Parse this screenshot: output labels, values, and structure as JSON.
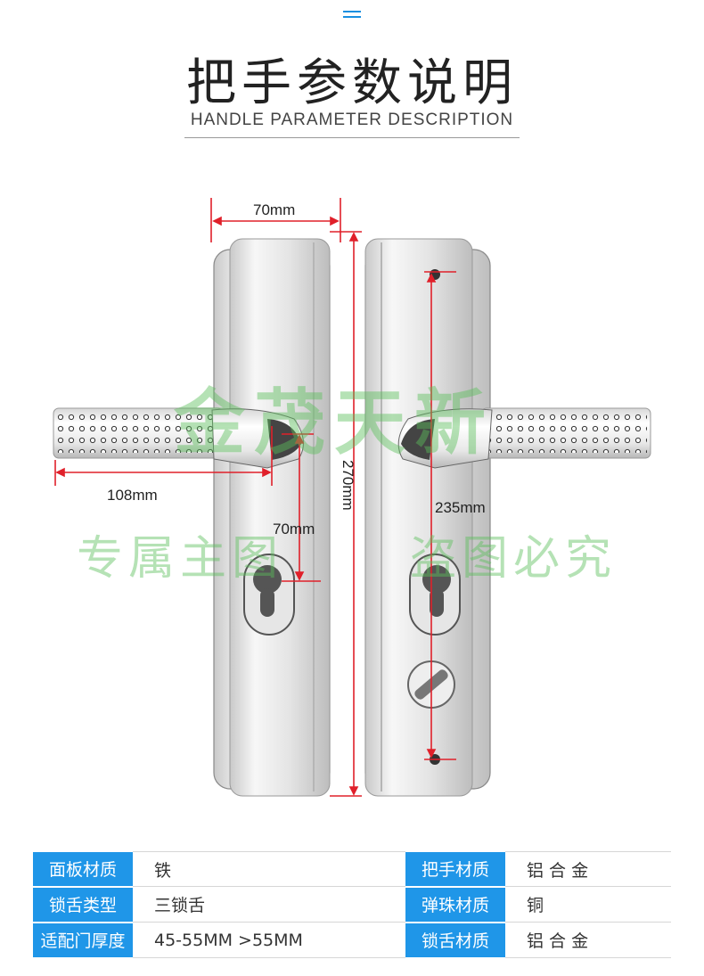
{
  "title": "把手参数说明",
  "subtitle": "HANDLE PARAMETER DESCRIPTION",
  "dimensions": {
    "width_top": "70mm",
    "handle_length": "108mm",
    "handle_offset": "70mm",
    "height": "270mm",
    "hole_spacing": "235mm"
  },
  "watermark": {
    "line1": "金茂天新",
    "line2a": "专属主图",
    "line2b": "盗图必究"
  },
  "specs": [
    {
      "k1": "面板材质",
      "v1": "铁",
      "k2": "把手材质",
      "v2": "铝 合 金"
    },
    {
      "k1": "锁舌类型",
      "v1": "三锁舌",
      "k2": "弹珠材质",
      "v2": "铜"
    },
    {
      "k1": "适配门厚度",
      "v1": "45-55MM >55MM",
      "k2": "锁舌材质",
      "v2": "铝 合 金"
    }
  ],
  "colors": {
    "accent": "#1f96e8",
    "watermark": "#5abe5a"
  }
}
